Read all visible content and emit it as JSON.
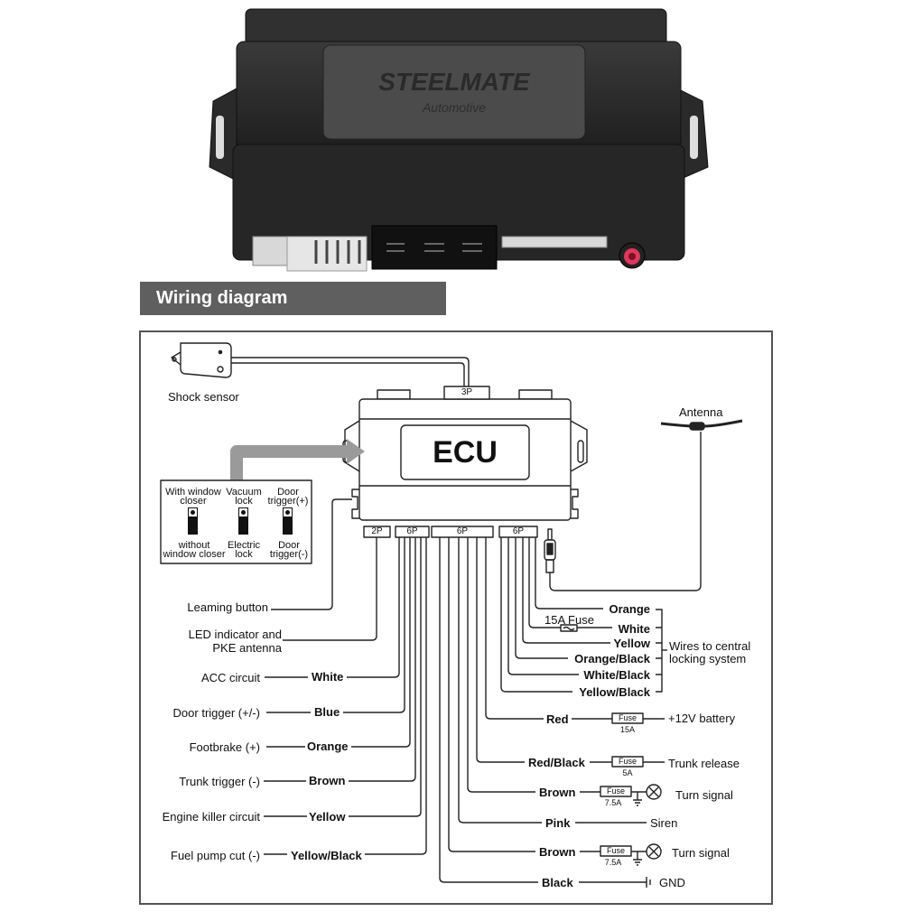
{
  "product_photo": {
    "brand": "STEELMATE",
    "subtitle": "Automotive",
    "colors": {
      "housing": "#2b2b2b",
      "label_plate": "#4a4a4a",
      "rca_jack": "#e0385a"
    }
  },
  "section_header": {
    "title": "Wiring diagram",
    "color": "#5f5f5f"
  },
  "diagram": {
    "ecu_label": "ECU",
    "top_connector": "3P",
    "bottom_connectors": [
      "2P",
      "6P",
      "6P",
      "6P"
    ],
    "shock_sensor_label": "Shock sensor",
    "antenna_label": "Antenna",
    "switches": [
      {
        "top": [
          "With window",
          "closer"
        ],
        "bottom": [
          "without",
          "window closer"
        ]
      },
      {
        "top": [
          "Vacuum",
          "lock"
        ],
        "bottom": [
          "Electric",
          "lock"
        ]
      },
      {
        "top": [
          "Door",
          "trigger(+)"
        ],
        "bottom": [
          "Door",
          "trigger(-)"
        ]
      }
    ],
    "left_wires": [
      {
        "function": "Leaming button",
        "color": ""
      },
      {
        "function": "LED indicator and",
        "function2": "PKE antenna",
        "color": ""
      },
      {
        "function": "ACC circuit",
        "color": "White"
      },
      {
        "function": "Door trigger (+/-)",
        "color": "Blue"
      },
      {
        "function": "Footbrake (+)",
        "color": "Orange"
      },
      {
        "function": "Trunk trigger (-)",
        "color": "Brown"
      },
      {
        "function": "Engine killer circuit",
        "color": "Yellow"
      },
      {
        "function": "Fuel pump cut (-)",
        "color": "Yellow/Black"
      }
    ],
    "central_locking": {
      "wires": [
        "Orange",
        "White",
        "Yellow",
        "Orange/Black",
        "White/Black",
        "Yellow/Black"
      ],
      "fuse_label": "15A Fuse",
      "group_label": [
        "Wires to central",
        "locking system"
      ]
    },
    "right_wires": [
      {
        "color": "Red",
        "fuse": "Fuse",
        "rating": "15A",
        "target": "+12V battery",
        "symbol": "none"
      },
      {
        "color": "Red/Black",
        "fuse": "Fuse",
        "rating": "5A",
        "target": "Trunk release",
        "symbol": "none"
      },
      {
        "color": "Brown",
        "fuse": "Fuse",
        "rating": "7.5A",
        "target": "Turn signal",
        "symbol": "lamp"
      },
      {
        "color": "Pink",
        "fuse": "",
        "rating": "",
        "target": "Siren",
        "symbol": "none"
      },
      {
        "color": "Brown",
        "fuse": "Fuse",
        "rating": "7.5A",
        "target": "Turn signal",
        "symbol": "lamp"
      },
      {
        "color": "Black",
        "fuse": "",
        "rating": "",
        "target": "GND",
        "symbol": "ground"
      }
    ]
  }
}
